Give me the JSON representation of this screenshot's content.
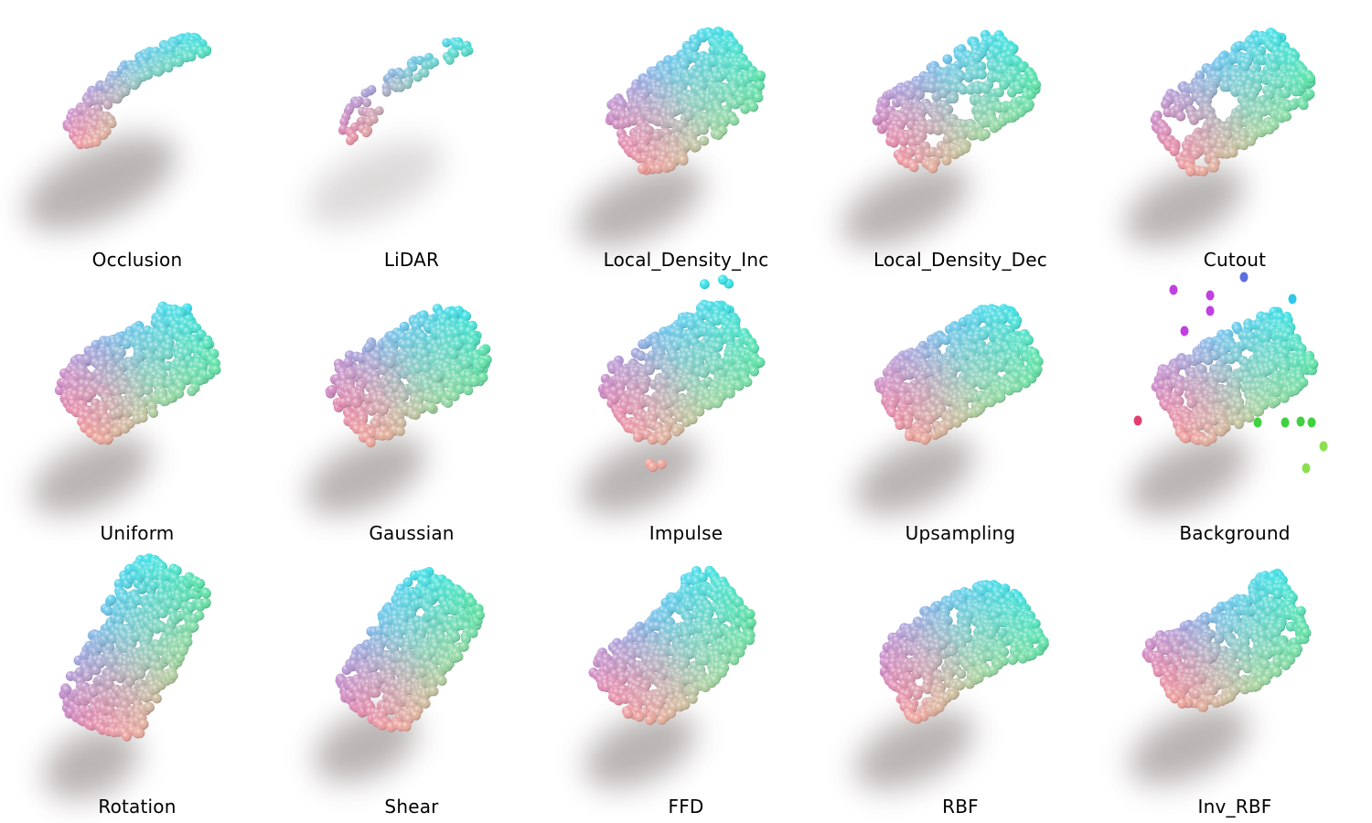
{
  "figure": {
    "panels": [
      {
        "label": "Occlusion",
        "variant": "occlusion"
      },
      {
        "label": "LiDAR",
        "variant": "lidar"
      },
      {
        "label": "Local_Density_Inc",
        "variant": "density_inc"
      },
      {
        "label": "Local_Density_Dec",
        "variant": "density_dec"
      },
      {
        "label": "Cutout",
        "variant": "cutout"
      },
      {
        "label": "Uniform",
        "variant": "uniform"
      },
      {
        "label": "Gaussian",
        "variant": "gaussian"
      },
      {
        "label": "Impulse",
        "variant": "impulse"
      },
      {
        "label": "Upsampling",
        "variant": "upsampling"
      },
      {
        "label": "Background",
        "variant": "background"
      },
      {
        "label": "Rotation",
        "variant": "rotation"
      },
      {
        "label": "Shear",
        "variant": "shear"
      },
      {
        "label": "FFD",
        "variant": "ffd"
      },
      {
        "label": "RBF",
        "variant": "rbf"
      },
      {
        "label": "Inv_RBF",
        "variant": "inv_rbf"
      }
    ],
    "point_color_gradient": {
      "pink": "#f07aa0",
      "peach": "#f2c79a",
      "lavender": "#b49cf0",
      "cyan": "#3fe3ea",
      "mint": "#5fe3a8"
    },
    "background_outlier_colors": [
      "#c040e0",
      "#5a6fe0",
      "#e04070",
      "#40d040",
      "#8ce050",
      "#30c8e8"
    ]
  }
}
